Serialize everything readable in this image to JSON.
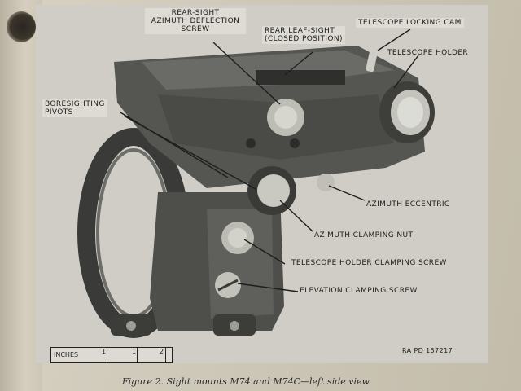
{
  "labels": {
    "rear_sight_screw": "REAR-SIGHT\nAZIMUTH DEFLECTION\nSCREW",
    "rear_leaf_sight": "REAR LEAF-SIGHT\n(CLOSED POSITION)",
    "telescope_locking_cam": "TELESCOPE LOCKING CAM",
    "telescope_holder": "TELESCOPE HOLDER",
    "boresighting_pivots": "BORESIGHTING\nPIVOTS",
    "azimuth_eccentric": "AZIMUTH ECCENTRIC",
    "azimuth_clamping_nut": "AZIMUTH CLAMPING NUT",
    "telescope_holder_clamping_screw": "TELESCOPE HOLDER CLAMPING SCREW",
    "elevation_clamping_screw": "ELEVATION CLAMPING SCREW"
  },
  "reference": "RA PD 157217",
  "scale": {
    "unit": "INCHES",
    "marks": [
      "1",
      "1",
      "2"
    ]
  },
  "caption": "Figure 2. Sight mounts M74 and M74C—left side view."
}
